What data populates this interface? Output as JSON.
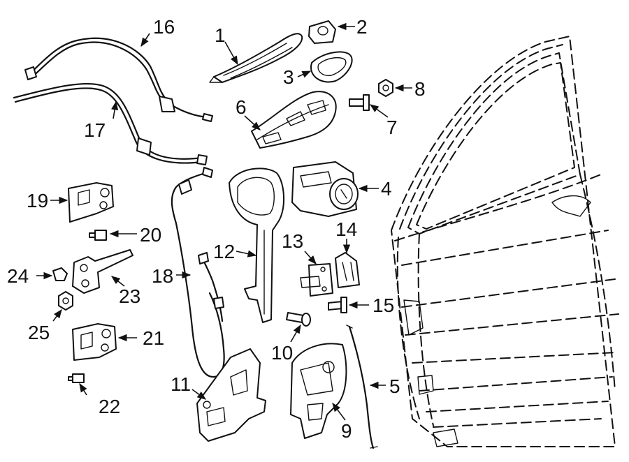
{
  "callouts": [
    {
      "id": "1",
      "label": "1"
    },
    {
      "id": "2",
      "label": "2"
    },
    {
      "id": "3",
      "label": "3"
    },
    {
      "id": "4",
      "label": "4"
    },
    {
      "id": "5",
      "label": "5"
    },
    {
      "id": "6",
      "label": "6"
    },
    {
      "id": "7",
      "label": "7"
    },
    {
      "id": "8",
      "label": "8"
    },
    {
      "id": "9",
      "label": "9"
    },
    {
      "id": "10",
      "label": "10"
    },
    {
      "id": "11",
      "label": "11"
    },
    {
      "id": "12",
      "label": "12"
    },
    {
      "id": "13",
      "label": "13"
    },
    {
      "id": "14",
      "label": "14"
    },
    {
      "id": "15",
      "label": "15"
    },
    {
      "id": "16",
      "label": "16"
    },
    {
      "id": "17",
      "label": "17"
    },
    {
      "id": "18",
      "label": "18"
    },
    {
      "id": "19",
      "label": "19"
    },
    {
      "id": "20",
      "label": "20"
    },
    {
      "id": "21",
      "label": "21"
    },
    {
      "id": "22",
      "label": "22"
    },
    {
      "id": "23",
      "label": "23"
    },
    {
      "id": "24",
      "label": "24"
    },
    {
      "id": "25",
      "label": "25"
    }
  ],
  "colors": {
    "line": "#111111",
    "background": "#ffffff"
  }
}
